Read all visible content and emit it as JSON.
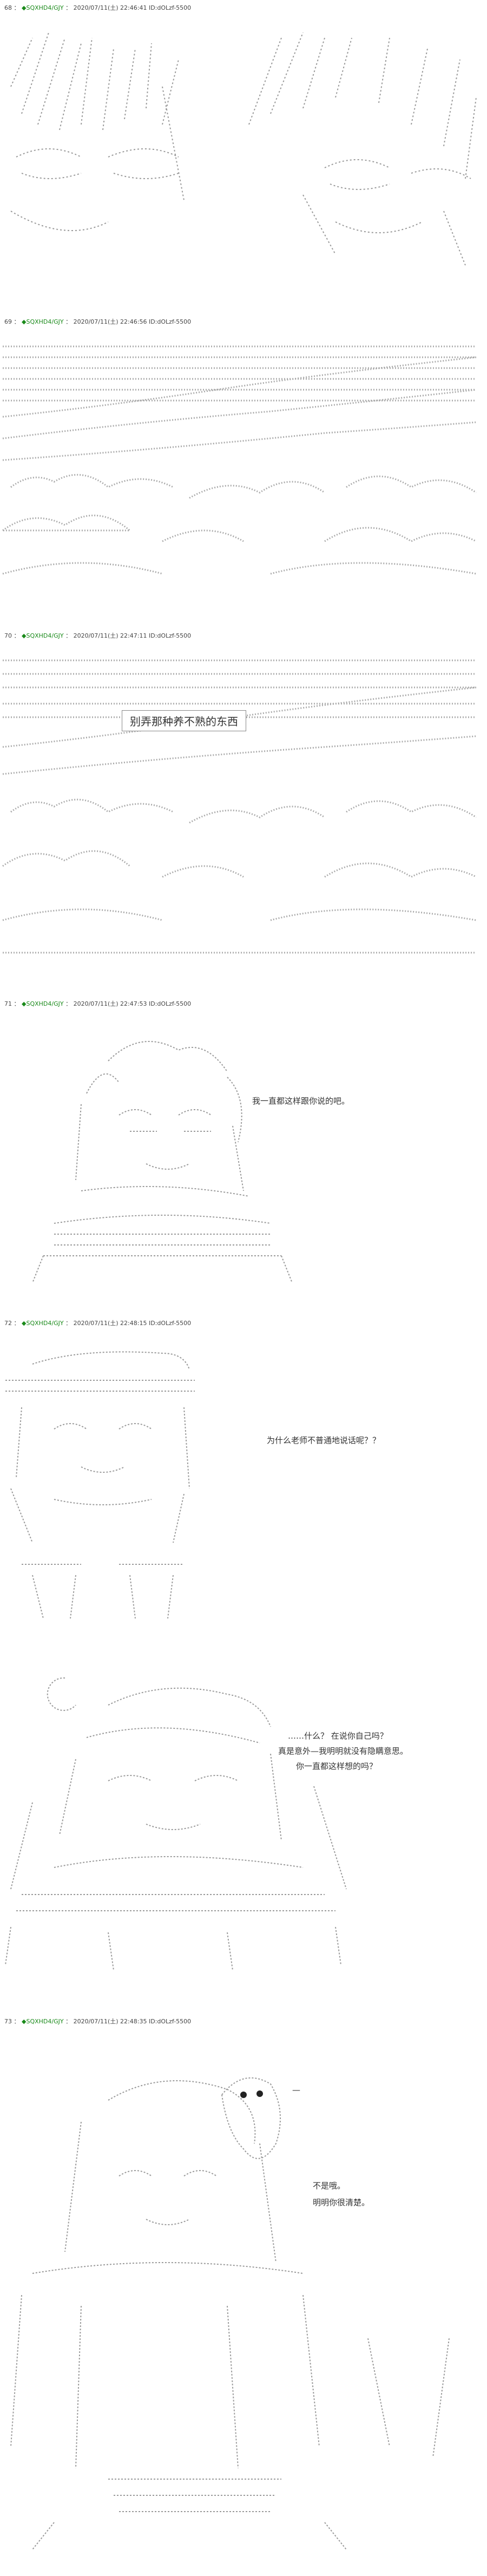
{
  "posts": [
    {
      "num": "68",
      "trip": "◆SQXHD4/GJY",
      "meta": "2020/07/11(土) 22:46:41  ID:dOLzf-5500"
    },
    {
      "num": "69",
      "trip": "◆SQXHD4/GJY",
      "meta": "2020/07/11(土) 22:46:56  ID:dOLzf-5500"
    },
    {
      "num": "70",
      "trip": "◆SQXHD4/GJY",
      "meta": "2020/07/11(土) 22:47:11  ID:dOLzf-5500"
    },
    {
      "num": "71",
      "trip": "◆SQXHD4/GJY",
      "meta": "2020/07/11(土) 22:47:53  ID:dOLzf-5500"
    },
    {
      "num": "72",
      "trip": "◆SQXHD4/GJY",
      "meta": "2020/07/11(土) 22:48:15  ID:dOLzf-5500"
    },
    {
      "num": "73",
      "trip": "◆SQXHD4/GJY",
      "meta": "2020/07/11(土) 22:48:35  ID:dOLzf-5500"
    }
  ],
  "text": {
    "p70_box": "别弄那种养不熟的东西",
    "p71_line": "我一直都这样跟你说的吧。",
    "p72_line1": "为什么老师不普通地说话呢？？",
    "p72_line2": "……什么？ 在说你自己吗？",
    "p72_line3": "真是意外—我明明就没有隐瞒意思。",
    "p72_line4": "你一直都这样想的吗？",
    "p73_dash": "—",
    "p73_line1": "不是哦。",
    "p73_line2": "明明你很清楚。"
  },
  "colors": {
    "trip": "#1a8a1a",
    "text": "#333333",
    "art": "#9a9a9a"
  }
}
